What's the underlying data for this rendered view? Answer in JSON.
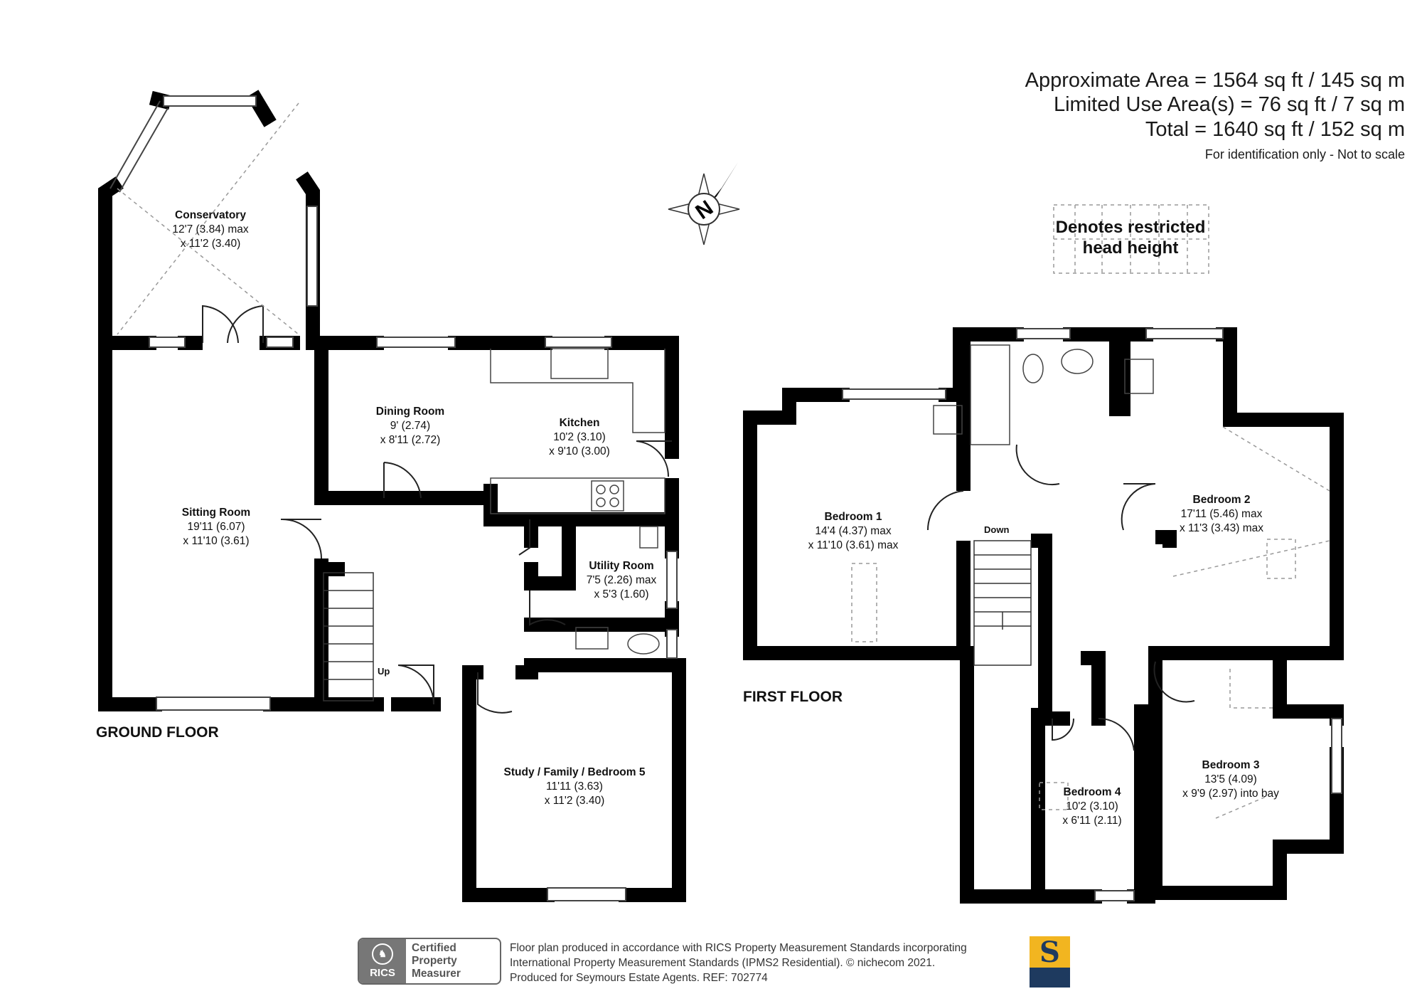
{
  "area_summary": {
    "approximate_area": "Approximate Area = 1564 sq ft / 145 sq m",
    "limited_use_area": "Limited Use Area(s) = 76 sq ft / 7 sq m",
    "total": "Total = 1640 sq ft / 152 sq m",
    "note": "For identification only - Not to scale"
  },
  "legend": {
    "line1": "Denotes restricted",
    "line2": "head height"
  },
  "compass": {
    "letter": "N",
    "icon": "north-arrow-icon"
  },
  "ground_floor": {
    "label": "GROUND FLOOR",
    "up_label": "Up",
    "rooms": {
      "conservatory": {
        "name": "Conservatory",
        "dim1": "12'7 (3.84) max",
        "dim2": "x 11'2 (3.40)"
      },
      "sitting_room": {
        "name": "Sitting Room",
        "dim1": "19'11 (6.07)",
        "dim2": "x 11'10 (3.61)"
      },
      "dining_room": {
        "name": "Dining Room",
        "dim1": "9' (2.74)",
        "dim2": "x 8'11 (2.72)"
      },
      "kitchen": {
        "name": "Kitchen",
        "dim1": "10'2 (3.10)",
        "dim2": "x 9'10 (3.00)"
      },
      "utility_room": {
        "name": "Utility Room",
        "dim1": "7'5 (2.26) max",
        "dim2": "x 5'3 (1.60)"
      },
      "study": {
        "name": "Study / Family / Bedroom 5",
        "dim1": "11'11 (3.63)",
        "dim2": "x 11'2 (3.40)"
      }
    }
  },
  "first_floor": {
    "label": "FIRST FLOOR",
    "down_label": "Down",
    "rooms": {
      "bedroom1": {
        "name": "Bedroom 1",
        "dim1": "14'4 (4.37) max",
        "dim2": "x 11'10 (3.61) max"
      },
      "bedroom2": {
        "name": "Bedroom 2",
        "dim1": "17'11 (5.46) max",
        "dim2": "x 11'3 (3.43) max"
      },
      "bedroom3": {
        "name": "Bedroom 3",
        "dim1": "13'5 (4.09)",
        "dim2": "x 9'9 (2.97) into bay"
      },
      "bedroom4": {
        "name": "Bedroom 4",
        "dim1": "10'2 (3.10)",
        "dim2": "x 6'11 (2.11)"
      }
    }
  },
  "footer": {
    "line1": "Floor plan produced in accordance with RICS Property Measurement Standards incorporating",
    "line2": "International Property Measurement Standards (IPMS2 Residential).   © nichecom 2021.",
    "line3": "Produced for Seymours Estate Agents.    REF:  702774",
    "rics_badge": {
      "org": "RICS",
      "line1": "Certified",
      "line2": "Property",
      "line3": "Measurer"
    },
    "brand_logo": {
      "letter": "S",
      "colors": {
        "gold": "#f2b520",
        "navy": "#1e3a5f"
      }
    }
  }
}
